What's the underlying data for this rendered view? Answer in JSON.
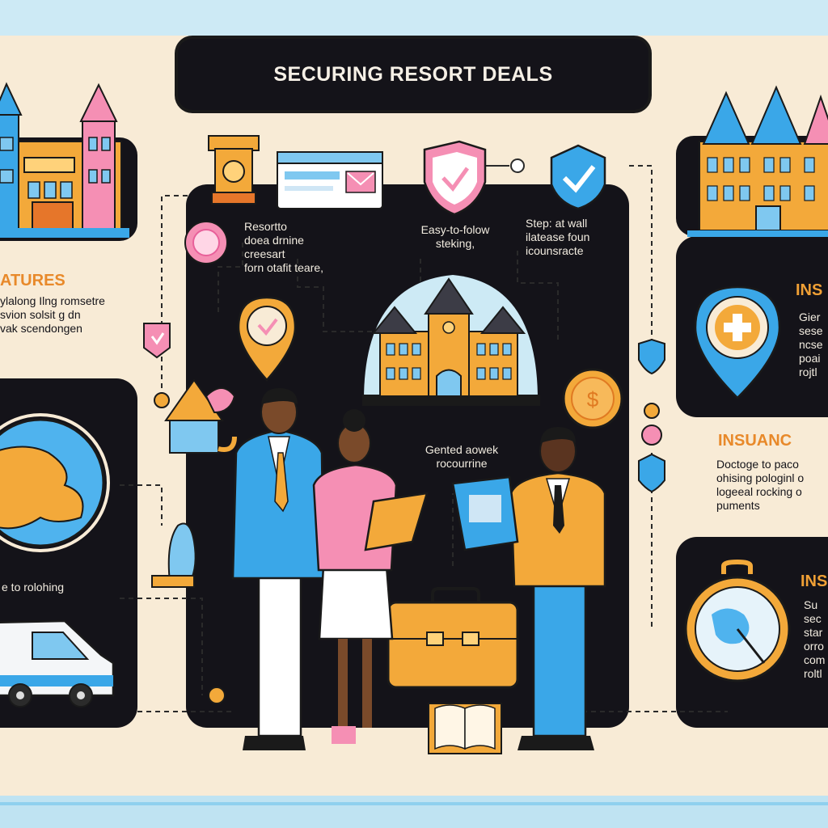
{
  "title": "SECURING RESORT DEALS",
  "center": {
    "block_1": "Resortto\ndoea drnine\ncreesart\nforn otafit teare,",
    "block_2": "Easy-to-folow\nsteking,",
    "block_3": "Step: at wall\nilatease foun\nicounsracte",
    "block_4": "Gented aowek\nrocourrine"
  },
  "left": {
    "heading": "ATURES",
    "text": "ylalong Ilng romsetre\nsvion solsit g dn\nvak scendongen",
    "globe_caption": "e to rolohing"
  },
  "right": {
    "heading_1": "INS",
    "text_1": "Gier\nsese\nncse\npoai\nrojtl",
    "heading_2": "INSUANC",
    "text_2": "Doctoge to paco\nohising pologinl o\nlogeeal rocking o\npuments",
    "heading_3": "INS",
    "text_3": "Su\nsec\nstar\norro\ncom\nroltl"
  },
  "colors": {
    "panel": "#141319",
    "cream": "#f8ebd6",
    "sky": "#cdeaf5",
    "orange": "#f3a93a",
    "blue": "#3aa7e8",
    "pink": "#f58fb4"
  }
}
